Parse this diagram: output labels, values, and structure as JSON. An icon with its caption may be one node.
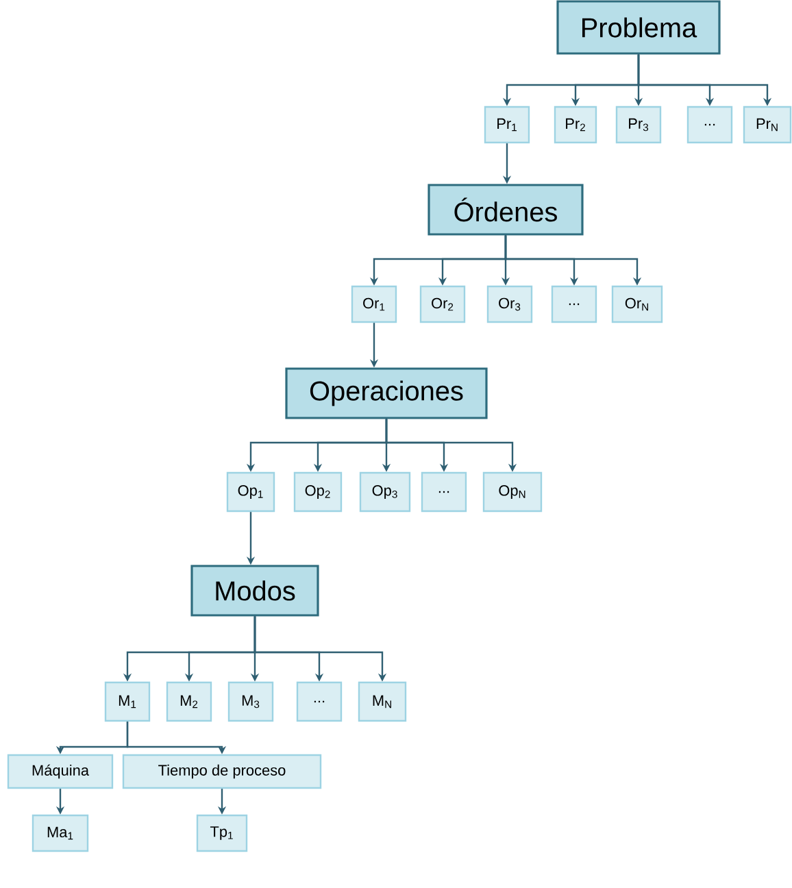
{
  "diagram": {
    "nodes": [
      {
        "text": [
          "Problema"
        ]
      },
      {
        "text": [
          "Pr$_{1}$"
        ]
      },
      {
        "text": [
          "Pr$_{2}$"
        ]
      },
      {
        "text": [
          "Pr$_{3}$"
        ]
      },
      {
        "text": [
          "..."
        ]
      },
      {
        "text": [
          "Pr$_{N}$"
        ]
      },
      {
        "text": [
          "Órdenes"
        ]
      },
      {
        "text": [
          "Or$_{1}$"
        ]
      },
      {
        "text": [
          "Or$_{2}$"
        ]
      },
      {
        "text": [
          "Or$_{3}$"
        ]
      },
      {
        "text": [
          "..."
        ]
      },
      {
        "text": [
          "Or$_{N}$"
        ]
      },
      {
        "text": [
          "Operaciones"
        ]
      },
      {
        "text": [
          "Op$_{1}$"
        ]
      },
      {
        "text": [
          "Op$_{2}$"
        ]
      },
      {
        "text": [
          "Op$_{3}$"
        ]
      },
      {
        "text": [
          "..."
        ]
      },
      {
        "text": [
          "Op$_{N}$"
        ]
      },
      {
        "text": [
          "Modos"
        ]
      },
      {
        "text": [
          "M$_{1}$"
        ]
      },
      {
        "text": [
          "M$_{2}$"
        ]
      },
      {
        "text": [
          "M$_{3}$"
        ]
      },
      {
        "text": [
          "..."
        ]
      },
      {
        "text": [
          "M$_{N}$"
        ]
      },
      {
        "text": [
          "Máquina"
        ]
      },
      {
        "text": [
          "Tiempo de proceso"
        ]
      },
      {
        "text": [
          "Ma$_{1}$"
        ]
      },
      {
        "text": [
          "Tp$_{1}$"
        ]
      }
    ],
    "edges": [
      {
        "from": 0,
        "to": 1,
        "arrow": "to"
      },
      {
        "from": 0,
        "to": 2,
        "arrow": "to"
      },
      {
        "from": 0,
        "to": 3,
        "arrow": "to"
      },
      {
        "from": 0,
        "to": 4,
        "arrow": "to"
      },
      {
        "from": 0,
        "to": 5,
        "arrow": "to"
      },
      {
        "from": 1,
        "to": 6,
        "arrow": "to"
      },
      {
        "from": 6,
        "to": 7,
        "arrow": "to"
      },
      {
        "from": 6,
        "to": 8,
        "arrow": "to"
      },
      {
        "from": 6,
        "to": 9,
        "arrow": "to"
      },
      {
        "from": 6,
        "to": 10,
        "arrow": "to"
      },
      {
        "from": 6,
        "to": 11,
        "arrow": "to"
      },
      {
        "from": 7,
        "to": 12,
        "arrow": "to"
      },
      {
        "from": 12,
        "to": 13,
        "arrow": "to"
      },
      {
        "from": 12,
        "to": 14,
        "arrow": "to"
      },
      {
        "from": 12,
        "to": 15,
        "arrow": "to"
      },
      {
        "from": 12,
        "to": 16,
        "arrow": "to"
      },
      {
        "from": 12,
        "to": 17,
        "arrow": "to"
      },
      {
        "from": 13,
        "to": 18,
        "arrow": "to"
      },
      {
        "from": 18,
        "to": 19,
        "arrow": "to"
      },
      {
        "from": 18,
        "to": 20,
        "arrow": "to"
      },
      {
        "from": 18,
        "to": 21,
        "arrow": "to"
      },
      {
        "from": 18,
        "to": 22,
        "arrow": "to"
      },
      {
        "from": 18,
        "to": 23,
        "arrow": "to"
      },
      {
        "from": 19,
        "to": 24,
        "arrow": "to"
      },
      {
        "from": 19,
        "to": 25,
        "arrow": "to"
      },
      {
        "from": 24,
        "to": 26,
        "arrow": "to"
      },
      {
        "from": 25,
        "to": 27,
        "arrow": "to"
      }
    ]
  }
}
